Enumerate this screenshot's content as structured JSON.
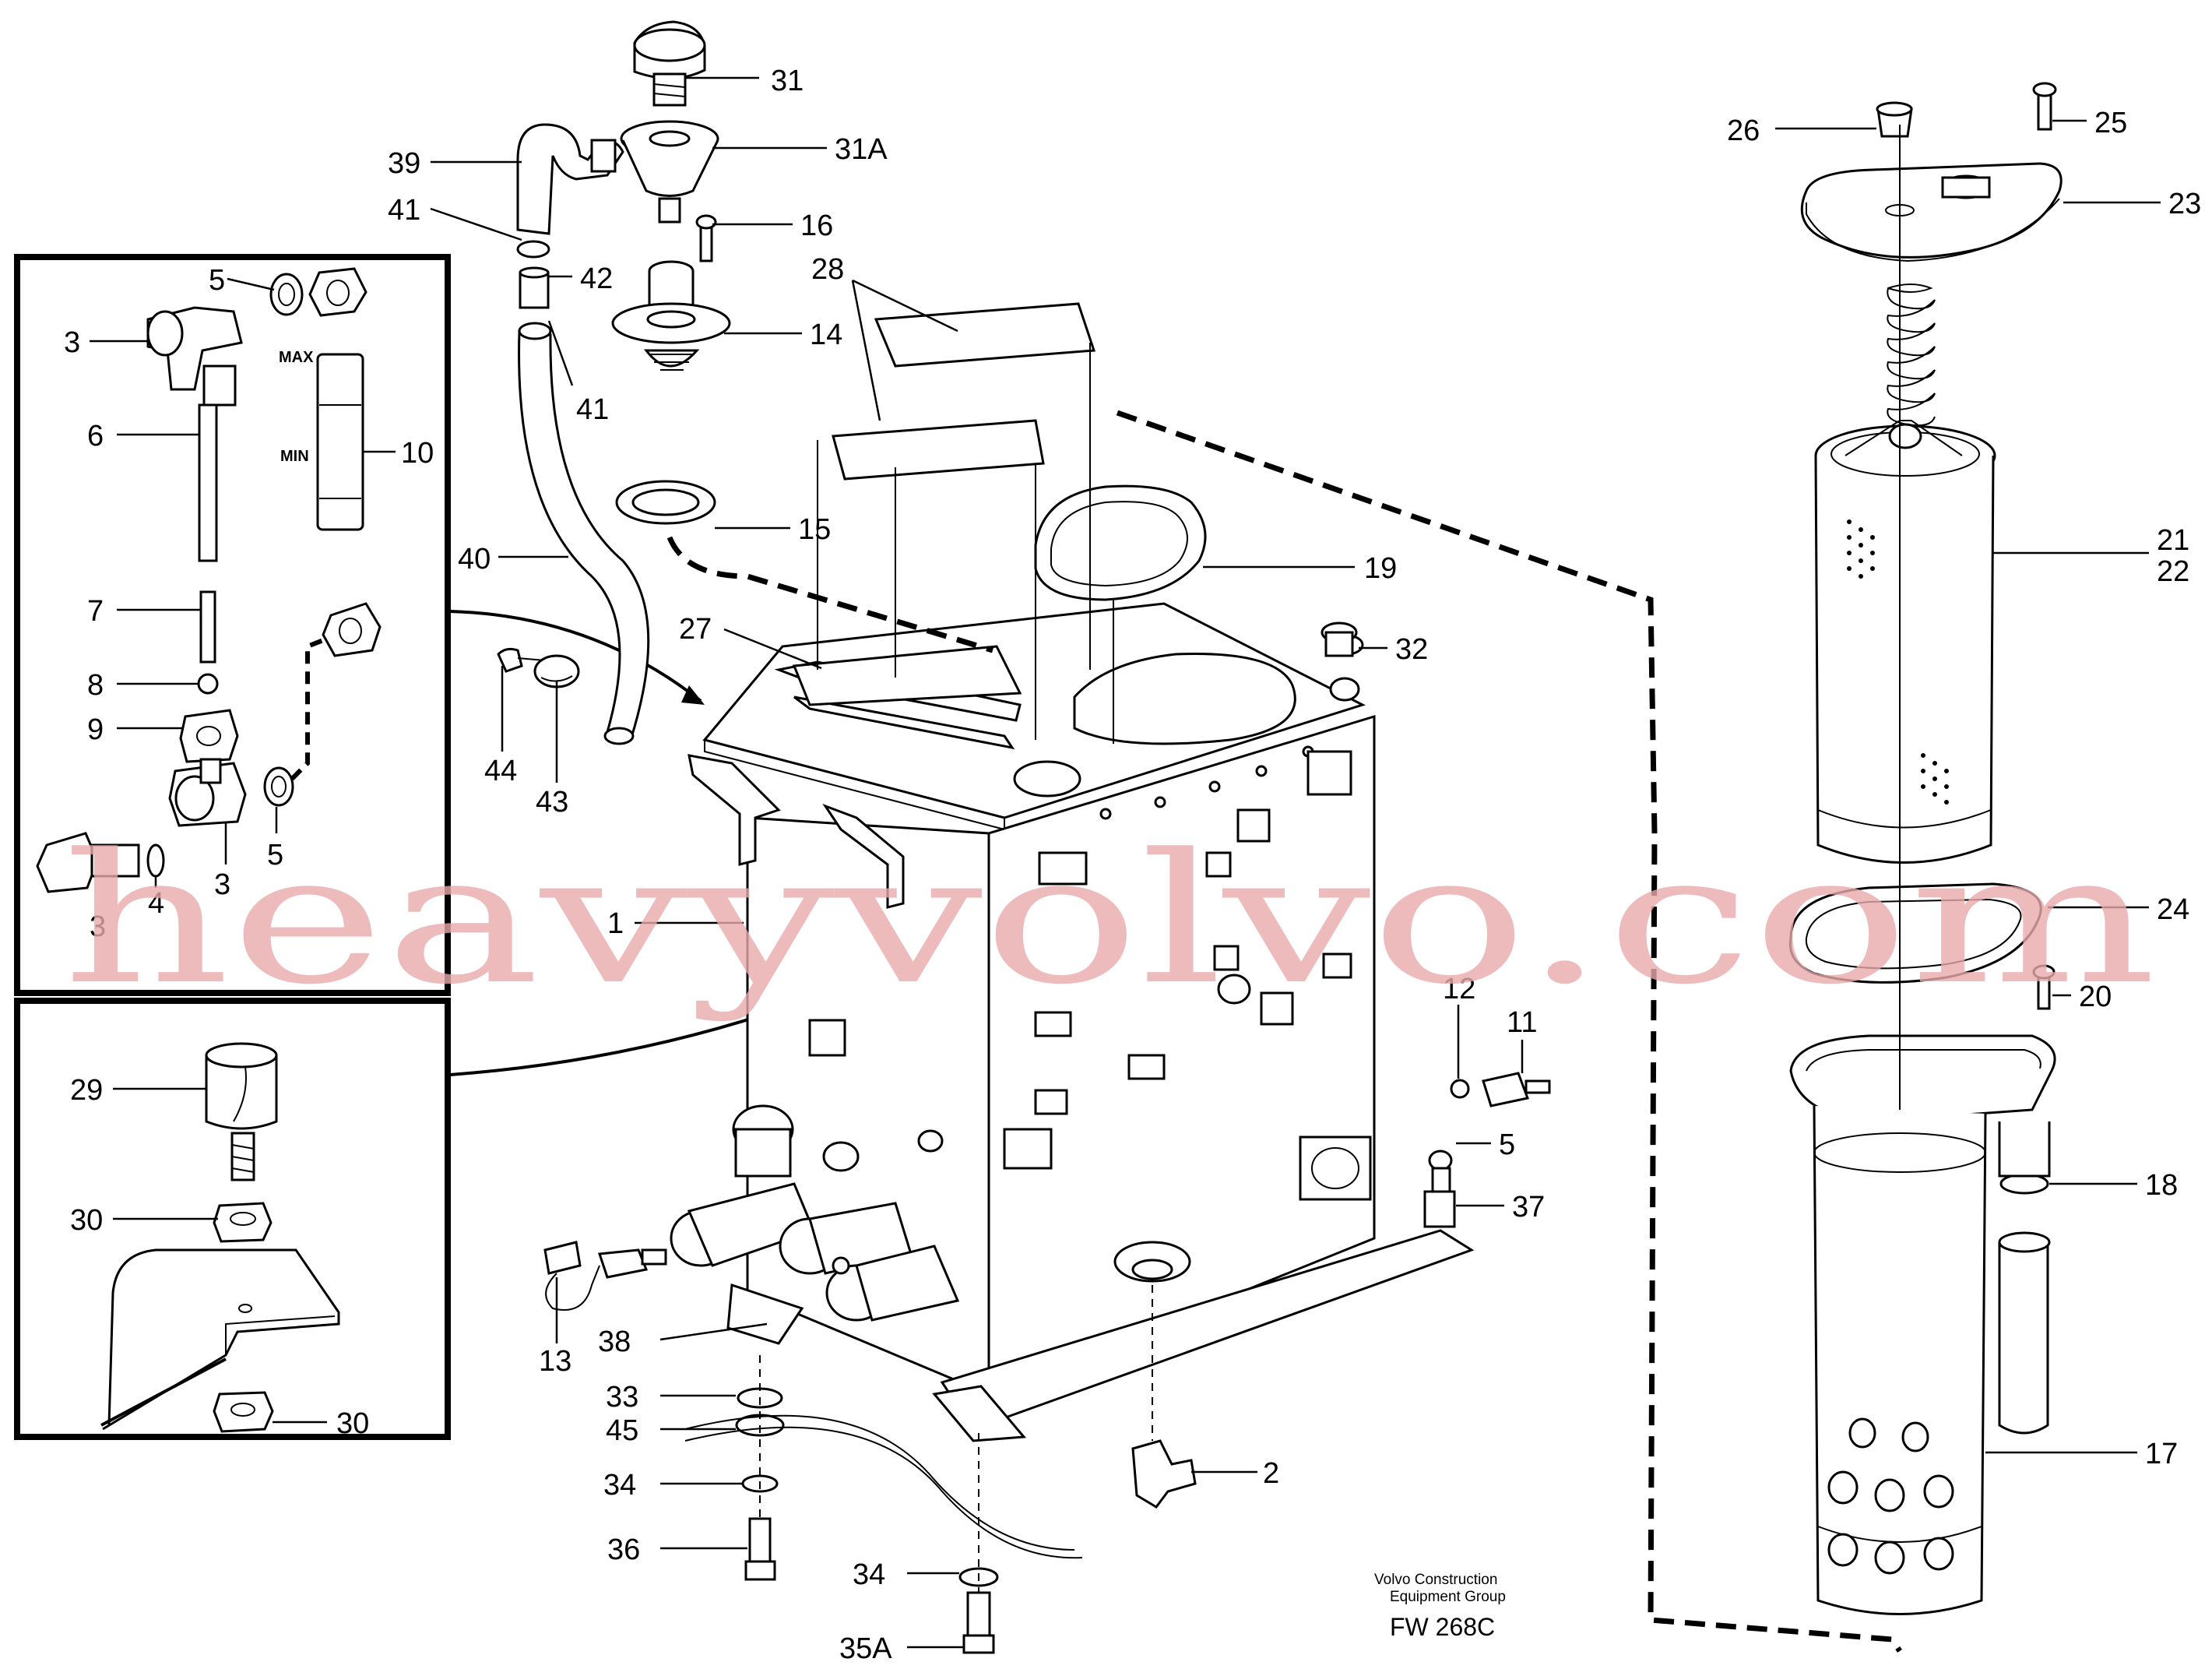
{
  "callouts": [
    {
      "text": "31"
    },
    {
      "text": "31A"
    },
    {
      "text": "39"
    },
    {
      "text": "41"
    },
    {
      "text": "16"
    },
    {
      "text": "42"
    },
    {
      "text": "28"
    },
    {
      "text": "14"
    },
    {
      "text": "41"
    },
    {
      "text": "15"
    },
    {
      "text": "40"
    },
    {
      "text": "19"
    },
    {
      "text": "27"
    },
    {
      "text": "32"
    },
    {
      "text": "44"
    },
    {
      "text": "43"
    },
    {
      "text": "1"
    },
    {
      "text": "12"
    },
    {
      "text": "11"
    },
    {
      "text": "5"
    },
    {
      "text": "37"
    },
    {
      "text": "13"
    },
    {
      "text": "38"
    },
    {
      "text": "33"
    },
    {
      "text": "45"
    },
    {
      "text": "34"
    },
    {
      "text": "36"
    },
    {
      "text": "34"
    },
    {
      "text": "35A"
    },
    {
      "text": "2"
    },
    {
      "text": "26"
    },
    {
      "text": "25"
    },
    {
      "text": "23"
    },
    {
      "text": "21"
    },
    {
      "text": "22"
    },
    {
      "text": "24"
    },
    {
      "text": "20"
    },
    {
      "text": "18"
    },
    {
      "text": "17"
    },
    {
      "text": "5"
    },
    {
      "text": "3"
    },
    {
      "text": "6"
    },
    {
      "text": "10"
    },
    {
      "text": "7"
    },
    {
      "text": "8"
    },
    {
      "text": "9"
    },
    {
      "text": "5"
    },
    {
      "text": "3"
    },
    {
      "text": "4"
    },
    {
      "text": "3"
    },
    {
      "text": "29"
    },
    {
      "text": "30"
    },
    {
      "text": "30"
    }
  ],
  "gauge": {
    "max": "MAX",
    "min": "MIN"
  },
  "footer": {
    "line1": "Volvo Construction",
    "line2": "Equipment Group",
    "code": "FW 268C"
  },
  "watermark": "heavyvolvo.com"
}
